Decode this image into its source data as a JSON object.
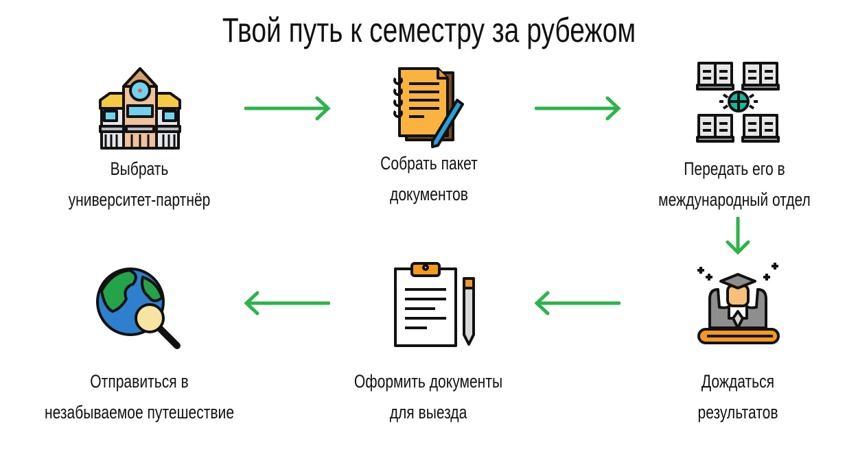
{
  "title": "Твой путь к семестру за рубежом",
  "steps": [
    {
      "line1": "Выбрать",
      "line2": "университет-партнёр",
      "icon": "university-building-icon"
    },
    {
      "line1": "Собрать пакет",
      "line2": "документов",
      "icon": "notebook-documents-pencil-icon"
    },
    {
      "line1": "Передать его в",
      "line2": "международный отдел",
      "icon": "books-network-globe-icon"
    },
    {
      "line1": "Дождаться",
      "line2": "результатов",
      "icon": "graduate-on-book-icon"
    },
    {
      "line1": "Оформить документы",
      "line2": "для выезда",
      "icon": "clipboard-pen-icon"
    },
    {
      "line1": "Отправиться в",
      "line2": "незабываемое путешествие",
      "icon": "globe-magnifier-icon"
    }
  ],
  "colors": {
    "arrow": "#2db34a",
    "text": "#111111"
  }
}
